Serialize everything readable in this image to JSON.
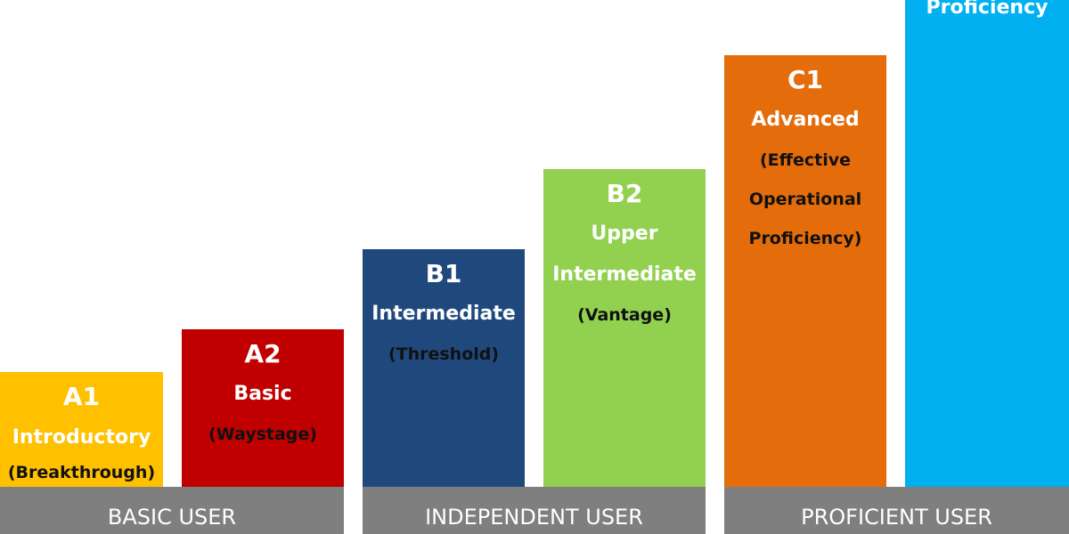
{
  "levels": [
    {
      "code": "A1",
      "name": "Introductory",
      "alt": "(Breakthrough)",
      "color": "#FFC000"
    },
    {
      "code": "A2",
      "name": "Basic",
      "alt": "(Waystage)",
      "color": "#C00000"
    },
    {
      "code": "B1",
      "name": "Intermediate",
      "alt": "(Threshold)",
      "color": "#1F497D"
    },
    {
      "code": "B2",
      "name1": "Upper",
      "name2": "Intermediate",
      "alt": "(Vantage)",
      "color": "#92D050"
    },
    {
      "code": "C1",
      "name": "Advanced",
      "alt1": "(Effective",
      "alt2": "Operational",
      "alt3": "Proficiency)",
      "color": "#E46C0A"
    },
    {
      "name": "Proficiency",
      "color": "#00B0F0"
    }
  ],
  "groups": [
    "BASIC USER",
    "INDEPENDENT USER",
    "PROFICIENT USER"
  ],
  "group_color": "#7F7F7F"
}
